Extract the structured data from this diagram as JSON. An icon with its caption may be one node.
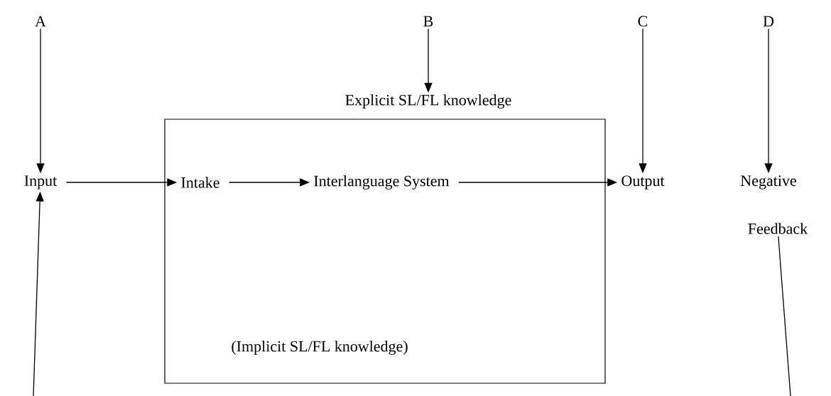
{
  "diagram": {
    "nodes": [
      {
        "text": [
          "A"
        ]
      },
      {
        "text": [
          "B"
        ]
      },
      {
        "text": [
          "C"
        ]
      },
      {
        "text": [
          "D"
        ]
      },
      {
        "text": [
          "Explicit SL/FL knowledge",
          "(Implicit SL/FL knowledge)"
        ]
      },
      {
        "text": [
          "Input"
        ]
      },
      {
        "text": [
          "Intake"
        ],
        "in": 4
      },
      {
        "text": [
          "Interlanguage System"
        ],
        "in": 4
      },
      {
        "text": [
          "Output"
        ]
      },
      {
        "text": [
          "Negative"
        ]
      },
      {
        "text": [
          "Feedback"
        ]
      }
    ],
    "edges": [
      {
        "from": 0,
        "to": 5,
        "arrow": "to"
      },
      {
        "from": 1,
        "to": 4,
        "arrow": "to"
      },
      {
        "from": 2,
        "to": 8,
        "arrow": "to"
      },
      {
        "from": 3,
        "to": 9,
        "arrow": "to"
      },
      {
        "from": 5,
        "to": 6,
        "arrow": "to"
      },
      {
        "from": 6,
        "to": 7,
        "arrow": "to"
      },
      {
        "from": 7,
        "to": 8,
        "arrow": "to"
      },
      {
        "from": 10,
        "to": null,
        "arrow": "none"
      },
      {
        "from": null,
        "to": 5,
        "arrow": "to"
      }
    ]
  }
}
